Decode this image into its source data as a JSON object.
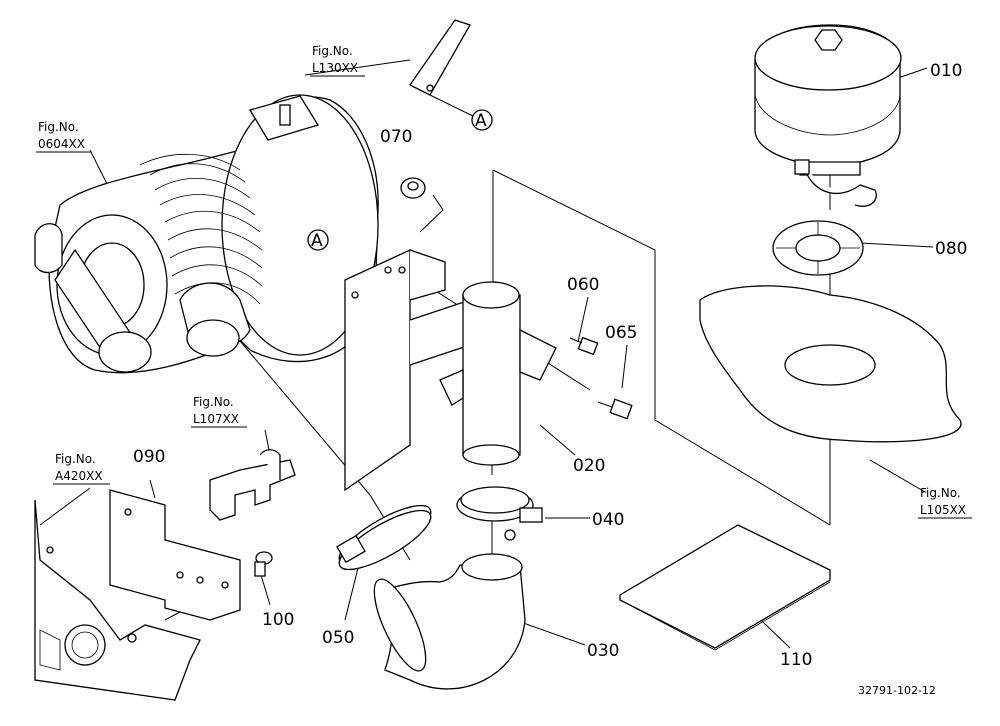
{
  "parts": {
    "p010": "010",
    "p020": "020",
    "p030": "030",
    "p040": "040",
    "p050": "050",
    "p060": "060",
    "p065": "065",
    "p070": "070",
    "p080": "080",
    "p090": "090",
    "p100": "100",
    "p110": "110"
  },
  "figrefs": {
    "fig_label": "Fig.No.",
    "l130": "L130XX",
    "f0604": "0604XX",
    "l107": "L107XX",
    "a420": "A420XX",
    "l105": "L105XX"
  },
  "markers": {
    "a": "A"
  },
  "drawing_code": "32791-102-12"
}
